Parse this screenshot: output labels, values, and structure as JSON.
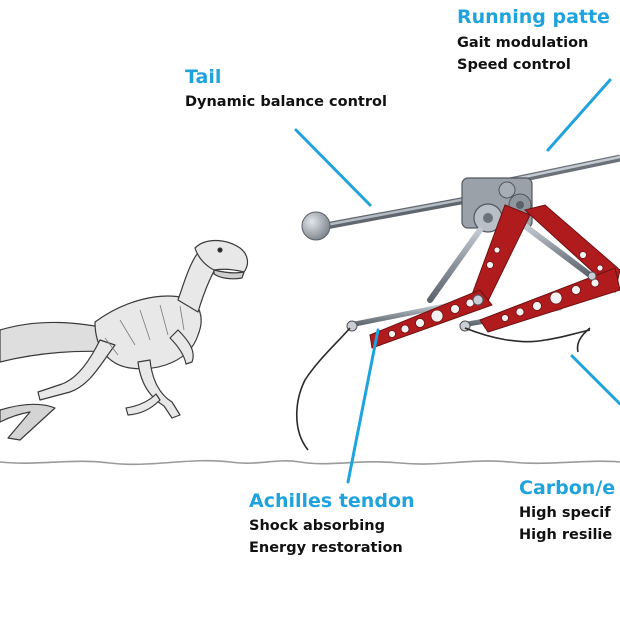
{
  "labels": {
    "running": {
      "title": "Running patte",
      "lines": [
        "Gait modulation",
        "Speed control"
      ]
    },
    "tail": {
      "title": "Tail",
      "lines": [
        "Dynamic balance control"
      ]
    },
    "achilles": {
      "title": "Achilles tendon",
      "lines": [
        "Shock absorbing",
        "Energy restoration"
      ]
    },
    "carbon": {
      "title": "Carbon/e",
      "lines": [
        "High specif",
        "High resilie"
      ]
    }
  },
  "colors": {
    "accent": "#1fa3dc",
    "frame_red": "#b01c1e",
    "metal": "#8a929c",
    "text": "#111111"
  },
  "icons": {
    "creature": "velociraptor-sketch",
    "robot": "robotic-leg-mechanism"
  }
}
